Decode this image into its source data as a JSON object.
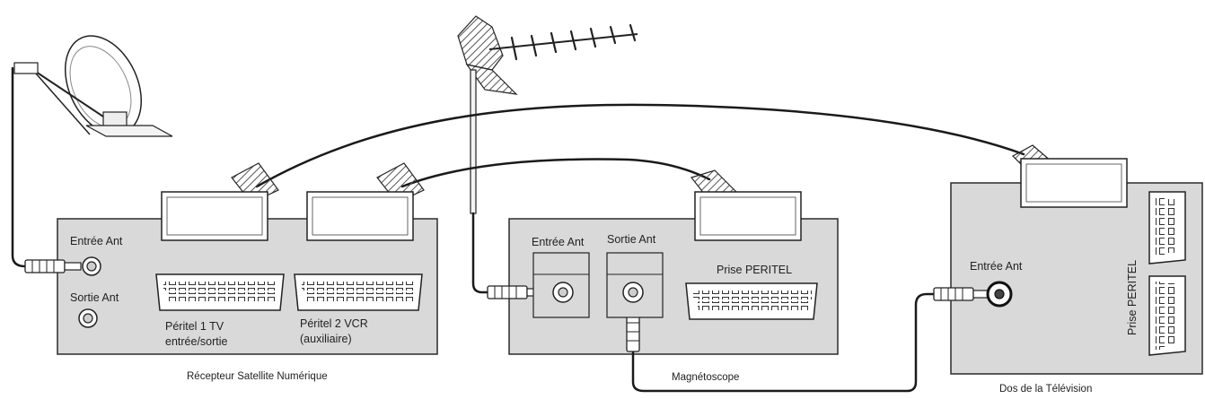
{
  "receiver": {
    "name": "Récepteur Satellite Numérique",
    "antenna_in": "Entrée Ant",
    "antenna_out": "Sortie Ant",
    "peritel1_line1": "Péritel 1 TV",
    "peritel1_line2": "entrée/sortie",
    "peritel2_line1": "Péritel 2 VCR",
    "peritel2_line2": "(auxiliaire)"
  },
  "vcr": {
    "name": "Magnétoscope",
    "antenna_in": "Entrée Ant",
    "antenna_out": "Sortie Ant",
    "scart_label": "Prise PERITEL"
  },
  "tv": {
    "name": "Dos de la Télévision",
    "antenna_in": "Entrée Ant",
    "scart_label": "Prise PERITEL"
  },
  "colors": {
    "panel": "#d9d9d9",
    "stroke": "#2a2a2a",
    "cable": "#1a1a1a"
  }
}
